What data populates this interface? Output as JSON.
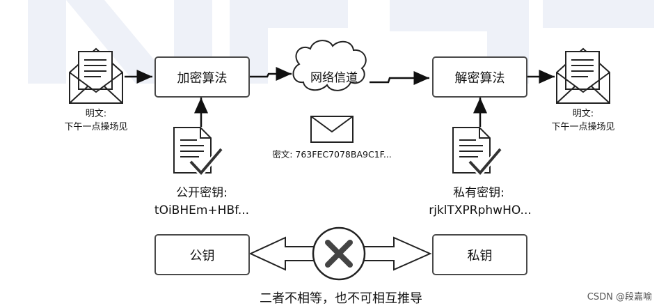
{
  "nodes": {
    "encrypt": "加密算法",
    "channel": "网络信道",
    "decrypt": "解密算法",
    "public_key_box": "公钥",
    "private_key_box": "私钥"
  },
  "left_plaintext": {
    "label": "明文:",
    "value": "下午一点操场见"
  },
  "right_plaintext": {
    "label": "明文:",
    "value": "下午一点操场见"
  },
  "ciphertext": "密文: 763FEC7078BA9C1F...",
  "public_key": {
    "label": "公开密钥:",
    "value": "tOiBHEm+HBf..."
  },
  "private_key": {
    "label": "私有密钥:",
    "value": "rjklTXPRphwHO..."
  },
  "caption": "二者不相等，也不可相互推导",
  "watermark": "CSDN @段嘉喻",
  "icons": [
    "envelope-letter-icon",
    "envelope-icon",
    "document-check-icon",
    "cross-icon"
  ]
}
